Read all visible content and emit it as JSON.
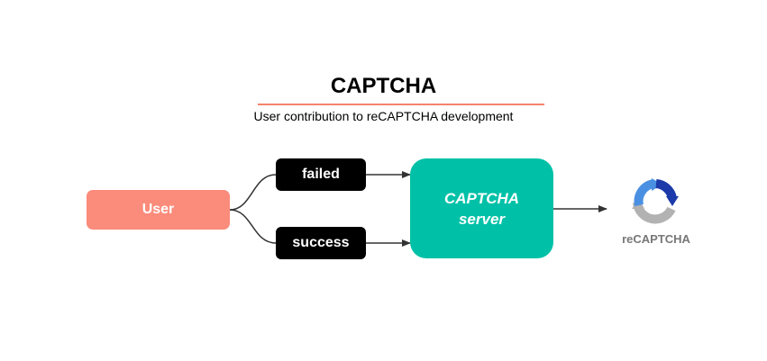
{
  "title": "CAPTCHA",
  "subtitle": "User contribution to reCAPTCHA development",
  "nodes": {
    "user": "User",
    "failed": "failed",
    "success": "success",
    "server_line1": "CAPTCHA",
    "server_line2": "server"
  },
  "logo": {
    "label": "reCAPTCHA",
    "icon": "recaptcha-icon"
  },
  "colors": {
    "title_rule": "#f4846b",
    "user_box": "#fb8b7b",
    "server_box": "#00c1a7",
    "pill": "#000000",
    "connector": "#333333",
    "logo_blue": "#1c3aa9",
    "logo_light_blue": "#4a90e2",
    "logo_gray": "#b2b2b2"
  }
}
